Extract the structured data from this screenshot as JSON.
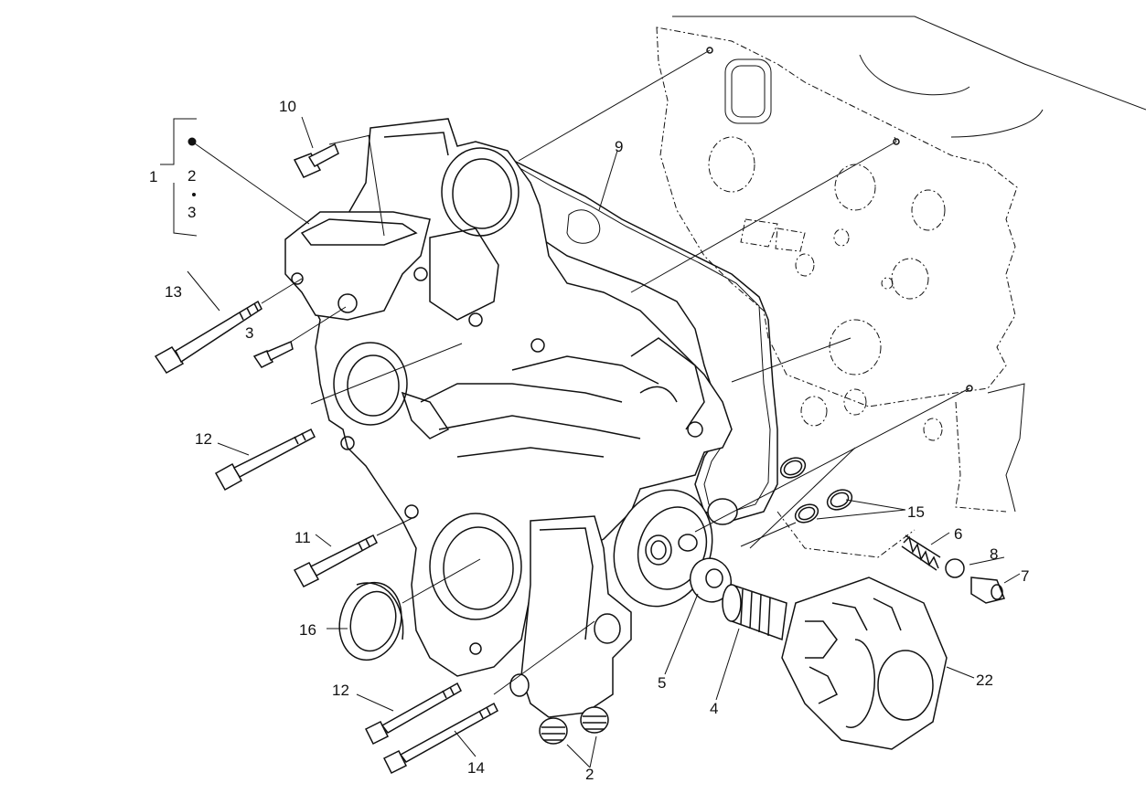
{
  "callouts": {
    "c1": "1",
    "c2a": "2",
    "c3a": "3",
    "c10": "10",
    "c9": "9",
    "c13": "13",
    "c3b": "3",
    "c12a": "12",
    "c11": "11",
    "c16": "16",
    "c12b": "12",
    "c14": "14",
    "c2b": "2",
    "c5": "5",
    "c4": "4",
    "c22": "22",
    "c15": "15",
    "c6": "6",
    "c8": "8",
    "c7": "7"
  },
  "colors": {
    "ink": "#111111",
    "paper": "#ffffff"
  }
}
